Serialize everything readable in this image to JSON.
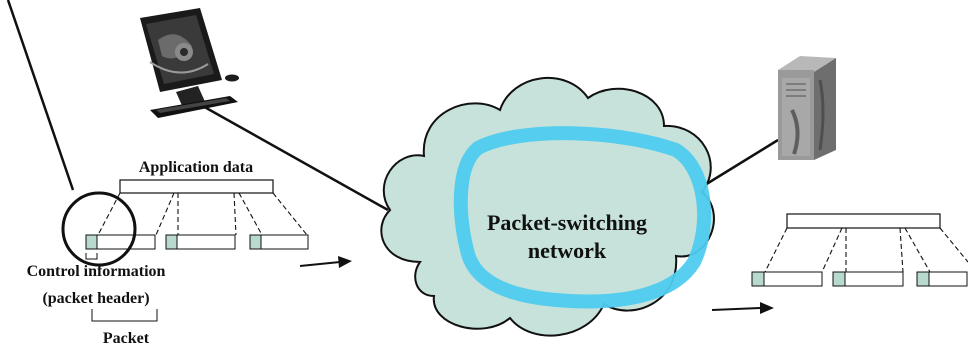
{
  "diagram": {
    "network_label_line1": "Packet-switching",
    "network_label_line2": "network",
    "application_data_label": "Application data",
    "control_info_line1": "Control information",
    "control_info_line2": "(packet header)",
    "packet_label": "Packet",
    "icons": {
      "computer": "desktop-computer-icon",
      "server": "server-tower-icon",
      "network": "cloud-icon"
    },
    "colors": {
      "cloud_fill": "#c6e2da",
      "highlight_ring": "#4fcbef",
      "packet_header_fill": "#b7d9cf",
      "ink": "#111111"
    }
  }
}
